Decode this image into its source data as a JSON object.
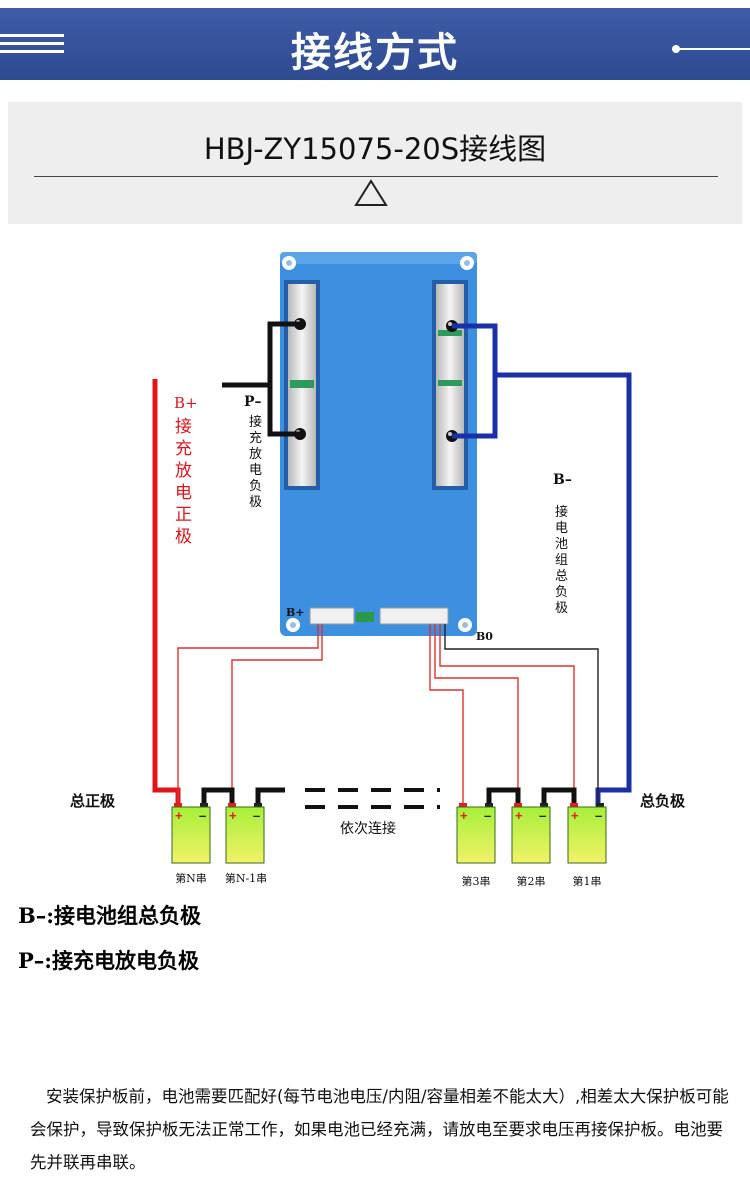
{
  "header": {
    "title": "接线方式"
  },
  "subheader": {
    "title": "HBJ-ZY15075-20S接线图"
  },
  "diagram": {
    "b_plus_label": "B+",
    "b_plus_desc": [
      "接",
      "充",
      "放",
      "电",
      "正",
      "极"
    ],
    "p_minus_label": "P–",
    "p_minus_desc": [
      "接",
      "充",
      "放",
      "电",
      "负",
      "极"
    ],
    "b_minus_label": "B–",
    "b_minus_desc": [
      "接",
      "电",
      "池",
      "组",
      "总",
      "负",
      "极"
    ],
    "board_b_plus": "B+",
    "board_b0": "B0",
    "total_positive": "总正极",
    "total_negative": "总负极",
    "sequential": "依次连接",
    "batteries": [
      {
        "label": "第N串"
      },
      {
        "label": "第N-1串"
      },
      {
        "label": "第3串"
      },
      {
        "label": "第2串"
      },
      {
        "label": "第1串"
      }
    ],
    "battery_plus": "+",
    "battery_minus": "–"
  },
  "notes": {
    "b_minus": "B–:接电池组总负极",
    "p_minus": "P–:接充电放电负极"
  },
  "paragraph": "安装保护板前，电池需要匹配好(每节电池电压/内阻/容量相差不能太大）,相差太大保护板可能会保护，导致保护板无法正常工作，如果电池已经充满，请放电至要求电压再接保护板。电池要先并联再串联。",
  "colors": {
    "header_bg": "#3354a0",
    "board": "#3d8fe0",
    "positive_wire": "#e0141c",
    "negative_wire": "#1a2fa8",
    "battery_top": "#a6ef3a",
    "battery_bottom": "#f2f268"
  }
}
